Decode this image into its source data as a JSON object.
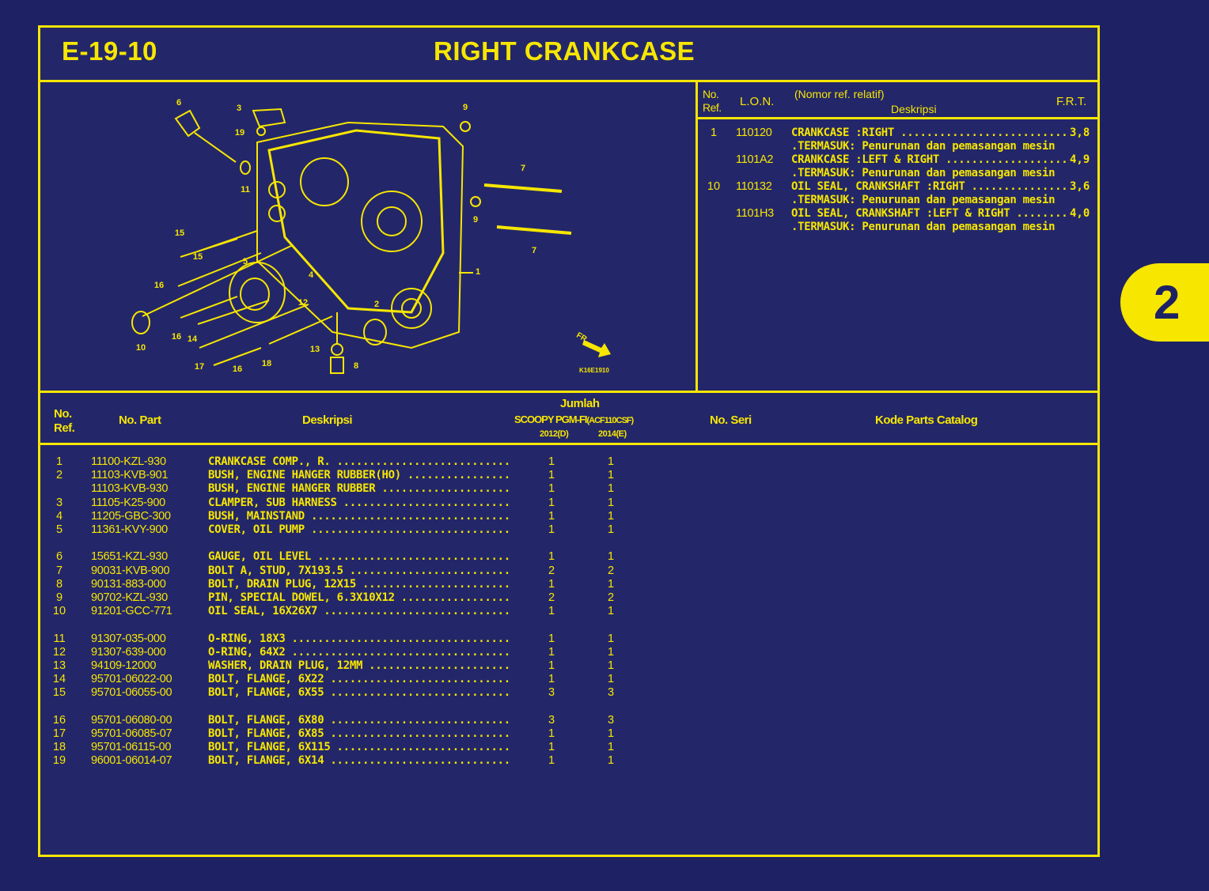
{
  "header": {
    "code": "E-19-10",
    "title": "RIGHT CRANKCASE"
  },
  "badge": "2",
  "diagram": {
    "callouts": [
      "6",
      "3",
      "19",
      "9",
      "11",
      "7",
      "9",
      "7",
      "15",
      "15",
      "5",
      "16",
      "1",
      "4",
      "12",
      "2",
      "10",
      "16",
      "14",
      "13",
      "8",
      "17",
      "16",
      "18"
    ],
    "front_marker": "FR.",
    "drawing_code": "K16E1910"
  },
  "lon_table": {
    "headers": {
      "ref_line1": "No.",
      "ref_line2": "Ref.",
      "lon": "L.O.N.",
      "note": "(Nomor ref. relatif)",
      "desc": "Deskripsi",
      "frt": "F.R.T."
    },
    "rows": [
      {
        "ref": "1",
        "lon": "110120",
        "desc": "CRANKCASE :RIGHT",
        "frt": "3,8",
        "note": ".TERMASUK: Penurunan dan pemasangan mesin"
      },
      {
        "ref": "",
        "lon": "1101A2",
        "desc": "CRANKCASE :LEFT & RIGHT",
        "frt": "4,9",
        "note": ".TERMASUK: Penurunan dan pemasangan mesin"
      },
      {
        "ref": "10",
        "lon": "110132",
        "desc": "OIL SEAL, CRANKSHAFT :RIGHT",
        "frt": "3,6",
        "note": ".TERMASUK: Penurunan dan pemasangan mesin"
      },
      {
        "ref": "",
        "lon": "1101H3",
        "desc": "OIL SEAL, CRANKSHAFT :LEFT & RIGHT",
        "frt": "4,0",
        "note": ".TERMASUK: Penurunan dan pemasangan mesin"
      }
    ]
  },
  "parts_table": {
    "headers": {
      "ref_line1": "No.",
      "ref_line2": "Ref.",
      "part": "No. Part",
      "desc": "Deskripsi",
      "qty": "Jumlah",
      "model": "SCOOPY PGM-FI",
      "model_code": "(ACF110CSF)",
      "year1": "2012(D)",
      "year2": "2014(E)",
      "serial": "No. Seri",
      "catalog": "Kode Parts Catalog"
    },
    "groups": [
      [
        {
          "ref": "1",
          "part": "11100-KZL-930",
          "desc": "CRANKCASE COMP., R.",
          "q1": "1",
          "q2": "1"
        },
        {
          "ref": "2",
          "part": "11103-KVB-901",
          "desc": "BUSH, ENGINE HANGER RUBBER(HO)",
          "q1": "1",
          "q2": "1"
        },
        {
          "ref": "",
          "part": "11103-KVB-930",
          "desc": "BUSH, ENGINE HANGER RUBBER",
          "q1": "1",
          "q2": "1"
        },
        {
          "ref": "3",
          "part": "11105-K25-900",
          "desc": "CLAMPER, SUB HARNESS",
          "q1": "1",
          "q2": "1"
        },
        {
          "ref": "4",
          "part": "11205-GBC-300",
          "desc": "BUSH, MAINSTAND",
          "q1": "1",
          "q2": "1"
        },
        {
          "ref": "5",
          "part": "11361-KVY-900",
          "desc": "COVER, OIL PUMP",
          "q1": "1",
          "q2": "1"
        }
      ],
      [
        {
          "ref": "6",
          "part": "15651-KZL-930",
          "desc": "GAUGE, OIL LEVEL",
          "q1": "1",
          "q2": "1"
        },
        {
          "ref": "7",
          "part": "90031-KVB-900",
          "desc": "BOLT A, STUD, 7X193.5",
          "q1": "2",
          "q2": "2"
        },
        {
          "ref": "8",
          "part": "90131-883-000",
          "desc": "BOLT, DRAIN PLUG, 12X15",
          "q1": "1",
          "q2": "1"
        },
        {
          "ref": "9",
          "part": "90702-KZL-930",
          "desc": "PIN, SPECIAL DOWEL, 6.3X10X12",
          "q1": "2",
          "q2": "2"
        },
        {
          "ref": "10",
          "part": "91201-GCC-771",
          "desc": "OIL SEAL, 16X26X7",
          "q1": "1",
          "q2": "1"
        }
      ],
      [
        {
          "ref": "11",
          "part": "91307-035-000",
          "desc": "O-RING, 18X3",
          "q1": "1",
          "q2": "1"
        },
        {
          "ref": "12",
          "part": "91307-639-000",
          "desc": "O-RING, 64X2",
          "q1": "1",
          "q2": "1"
        },
        {
          "ref": "13",
          "part": "94109-12000",
          "desc": "WASHER, DRAIN PLUG, 12MM",
          "q1": "1",
          "q2": "1"
        },
        {
          "ref": "14",
          "part": "95701-06022-00",
          "desc": "BOLT, FLANGE, 6X22",
          "q1": "1",
          "q2": "1"
        },
        {
          "ref": "15",
          "part": "95701-06055-00",
          "desc": "BOLT, FLANGE, 6X55",
          "q1": "3",
          "q2": "3"
        }
      ],
      [
        {
          "ref": "16",
          "part": "95701-06080-00",
          "desc": "BOLT, FLANGE, 6X80",
          "q1": "3",
          "q2": "3"
        },
        {
          "ref": "17",
          "part": "95701-06085-07",
          "desc": "BOLT, FLANGE, 6X85",
          "q1": "1",
          "q2": "1"
        },
        {
          "ref": "18",
          "part": "95701-06115-00",
          "desc": "BOLT, FLANGE, 6X115",
          "q1": "1",
          "q2": "1"
        },
        {
          "ref": "19",
          "part": "96001-06014-07",
          "desc": "BOLT, FLANGE, 6X14",
          "q1": "1",
          "q2": "1"
        }
      ]
    ]
  },
  "colors": {
    "background": "#1e2264",
    "panel": "#232769",
    "ink": "#f7e600"
  }
}
